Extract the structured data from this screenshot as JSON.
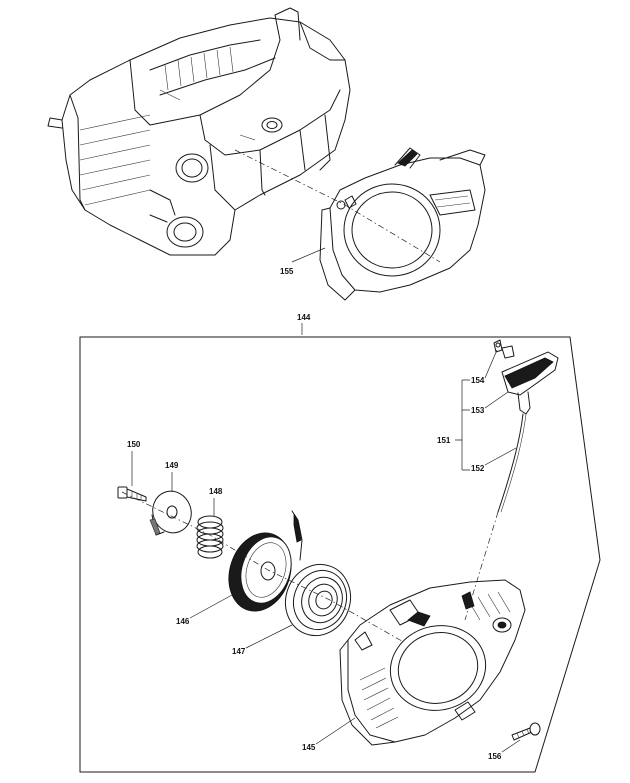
{
  "callouts": {
    "p144": "144",
    "p145": "145",
    "p146": "146",
    "p147": "147",
    "p148": "148",
    "p149": "149",
    "p150": "150",
    "p151": "151",
    "p152": "152",
    "p153": "153",
    "p154": "154",
    "p155": "155",
    "p156": "156"
  }
}
